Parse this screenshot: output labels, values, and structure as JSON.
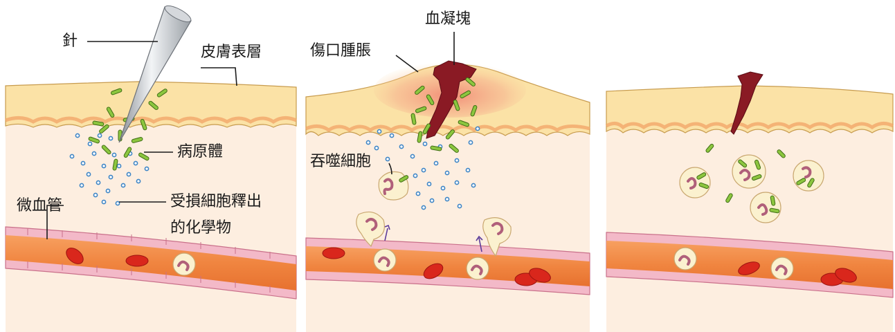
{
  "labels": {
    "needle": "針",
    "epidermis": "皮膚表層",
    "pathogen": "病原體",
    "capillary": "微血管",
    "chemicals_line1": "受損細胞釋出",
    "chemicals_line2": "的化學物",
    "swelling": "傷口腫脹",
    "clot": "血凝塊",
    "phagocyte": "吞噬細胞"
  },
  "colors": {
    "skin_top": "#fbe2a6",
    "dermis": "#fdeee0",
    "vessel": "#f08a45",
    "vessel_wall": "#f3b9c8",
    "clot": "#8a1a24",
    "bacteria": "#8cc63f",
    "chem_dot": "#6aaad8"
  }
}
